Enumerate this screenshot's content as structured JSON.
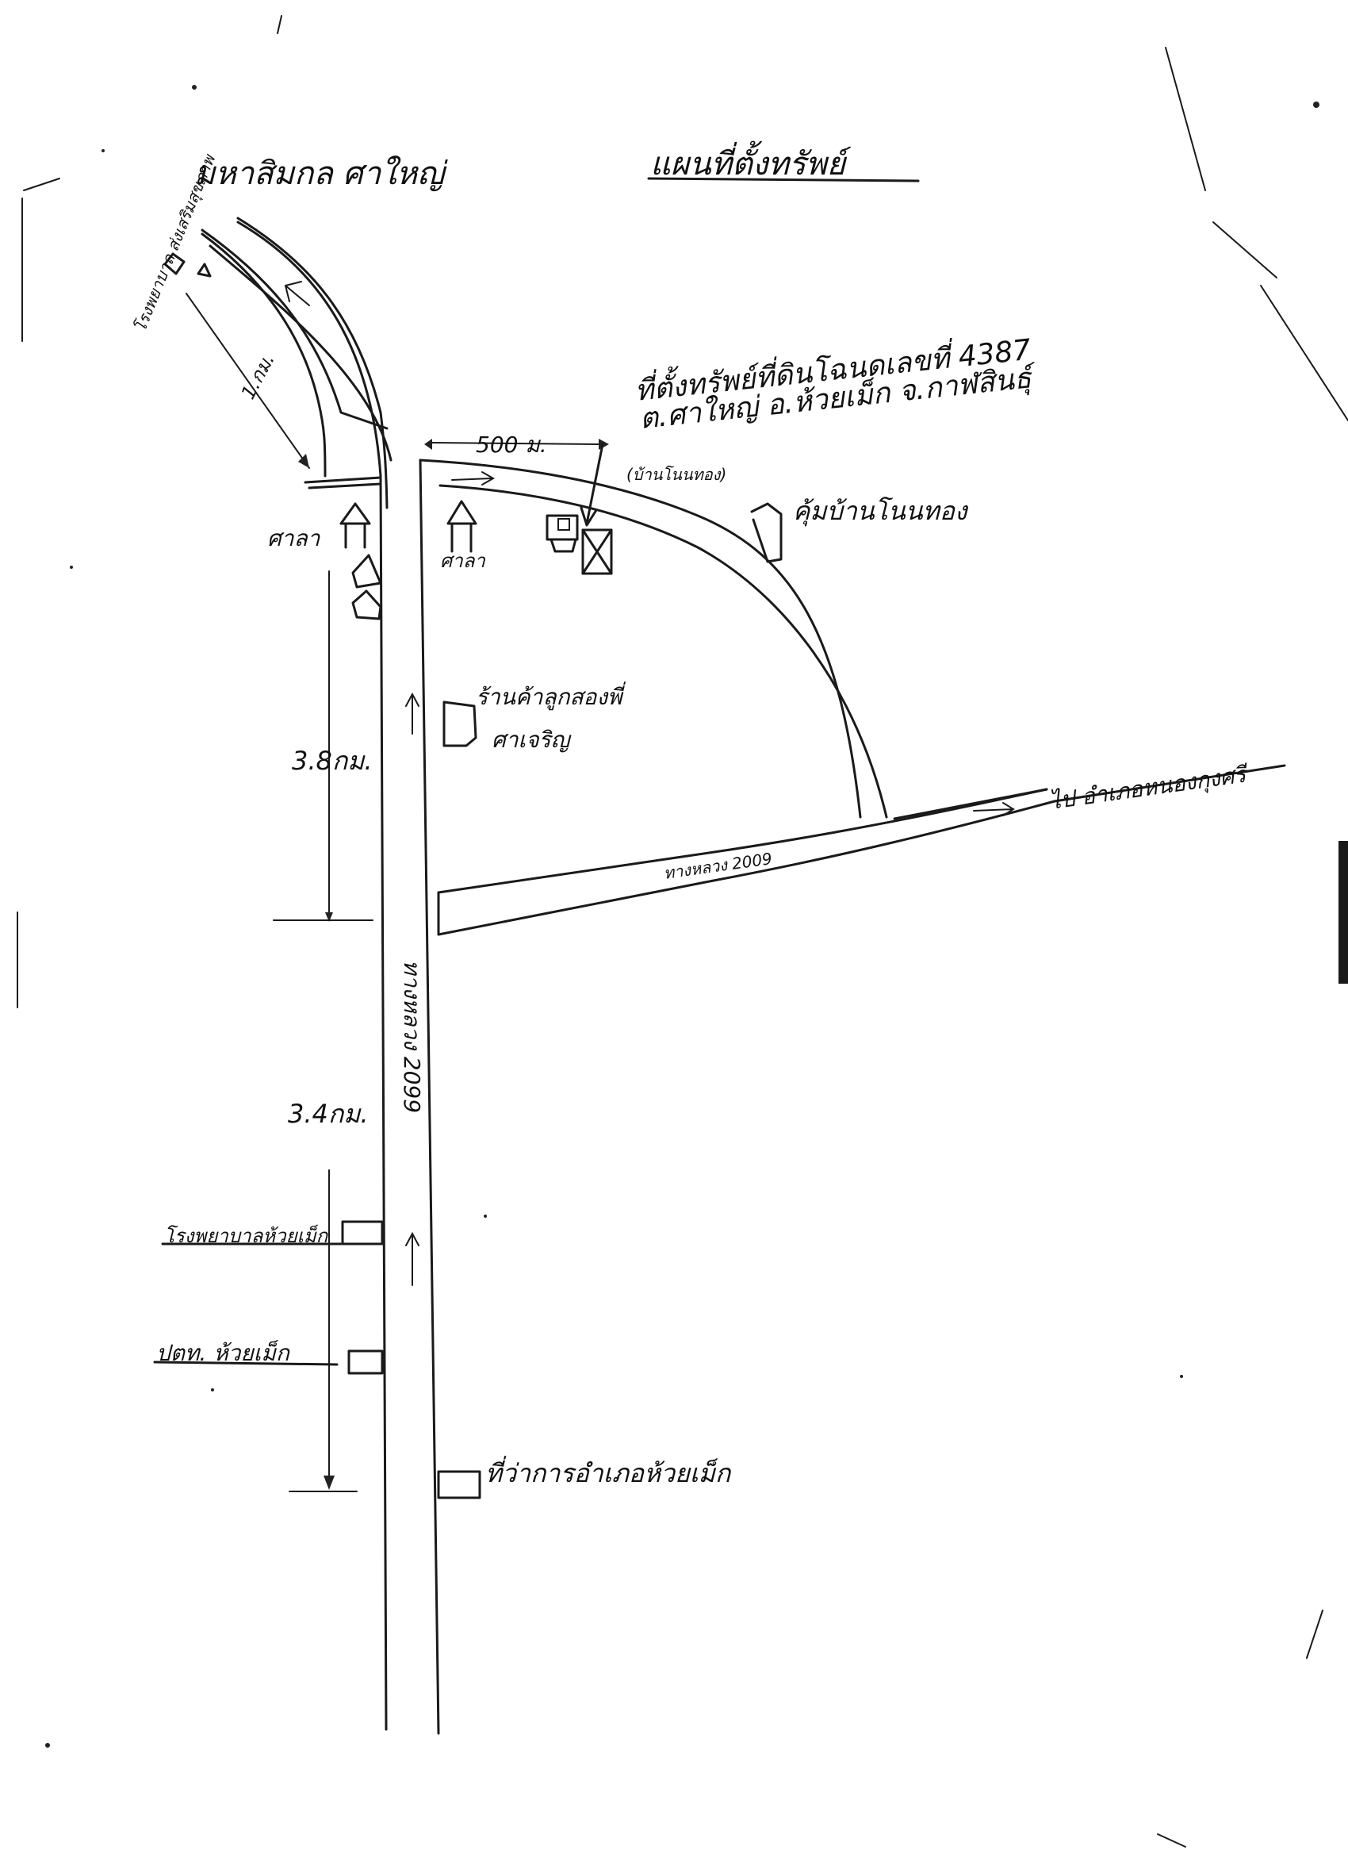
{
  "map": {
    "title": "แผนที่ตั้งทรัพย์",
    "top_place": "มหาสิมกล ศาใหญ่",
    "hospital_top": "โรงพยาบาล ส่งเสริมสุขภาพ",
    "dist_1km": "1.กม.",
    "dist_500m": "500 ม.",
    "dist_38km": "3.8กม.",
    "dist_34km": "3.4กม.",
    "property_label_line1": "ที่ตั้งทรัพย์ที่ดินโฉนดเลขที่ 4387",
    "property_label_line2": "ต.ศาใหญ่ อ.ห้วยเม็ก จ.กาฬสินธุ์",
    "village_small": "(บ้านโนนทอง)",
    "village_sign": "คุ้มบ้านโนนทอง",
    "sala_left": "ศาลา",
    "sala_right": "ศาลา",
    "shop_line1": "ร้านค้าลูกสองพี่",
    "shop_line2": "ศาเจริญ",
    "road_2009": "ทางหลวง 2009",
    "road_right": "ไป อำเภอหนองกุงศรี",
    "highway_vertical": "ทางหลวง 2099",
    "hospital_bottom": "โรงพยาบาลห้วยเม็ก",
    "police": "ปตท. ห้วยเม็ก",
    "district_office": "ที่ว่าการอำเภอห้วยเม็ก"
  }
}
